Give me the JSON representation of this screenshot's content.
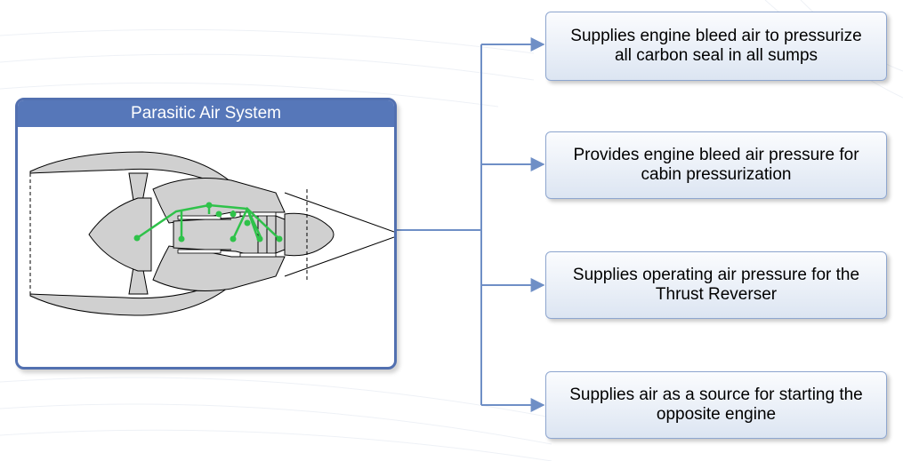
{
  "diagram": {
    "title": "Parasitic Air System",
    "functions": [
      {
        "text": "Supplies engine bleed air to pressurize all carbon seal in all sumps"
      },
      {
        "text": "Provides engine bleed air pressure for cabin pressurization"
      },
      {
        "text": "Supplies operating air pressure for the Thrust Reverser"
      },
      {
        "text": "Supplies air as a source for starting the opposite engine"
      }
    ]
  },
  "colors": {
    "header": "#5677b9",
    "panel_border": "#5270b0",
    "connector": "#6f8fc6",
    "air_path": "#2fc24a",
    "engine_fill": "#d0d0d0"
  },
  "icons": [
    "jet-engine-icon",
    "arrow-right-icon"
  ]
}
